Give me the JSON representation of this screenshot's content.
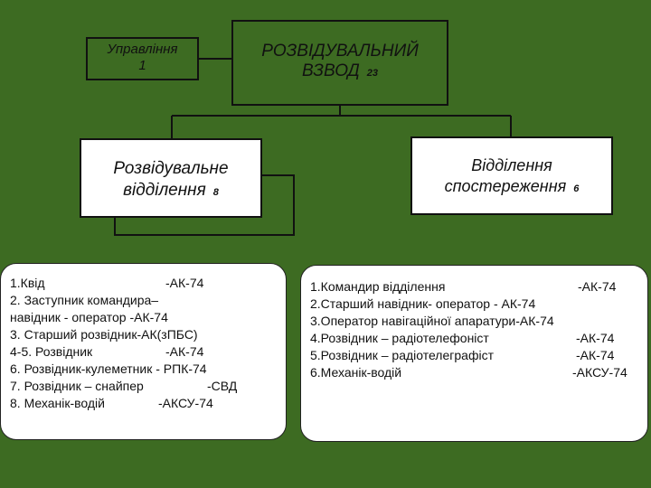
{
  "management": {
    "label": "Управління",
    "count": "1"
  },
  "platoon": {
    "line1": "РОЗВІДУВАЛЬНИЙ",
    "line2": "ВЗВОД",
    "count": "23"
  },
  "recon_squad": {
    "line1": "Розвідувальне",
    "line2": "відділення",
    "count": "8"
  },
  "observation_squad": {
    "line1": "Відділення",
    "line2": "спостереження",
    "count": "6"
  },
  "recon_list": [
    {
      "label": "1.Квід",
      "weapon": "-АК-74"
    },
    {
      "label": "2. Заступник командира–",
      "weapon": ""
    },
    {
      "label": "навідник - оператор -АК-74",
      "weapon": ""
    },
    {
      "label": "3. Старший розвідник-АК(зПБС)",
      "weapon": ""
    },
    {
      "label": "4-5. Розвідник",
      "weapon": "-АК-74"
    },
    {
      "label": "6. Розвідник-кулеметник - РПК-74",
      "weapon": ""
    },
    {
      "label": "7. Розвідник – снайпер",
      "weapon": "-СВД"
    },
    {
      "label": "8. Механік-водій",
      "weapon": "-АКСУ-74"
    }
  ],
  "observation_list": [
    {
      "label": "1.Командир відділення",
      "weapon": "-АК-74"
    },
    {
      "label": "2.Старший навідник- оператор - АК-74",
      "weapon": ""
    },
    {
      "label": "3.Оператор навігаційної апаратури-АК-74",
      "weapon": ""
    },
    {
      "label": "4.Розвідник – радіотелефоніст",
      "weapon": "-АК-74"
    },
    {
      "label": "5.Розвідник – радіотелеграфіст",
      "weapon": "-АК-74"
    },
    {
      "label": "6.Механік-водій",
      "weapon": "-АКСУ-74"
    }
  ],
  "colors": {
    "background": "#3d6b22",
    "box_fill": "#ffffff",
    "line": "#111111"
  }
}
